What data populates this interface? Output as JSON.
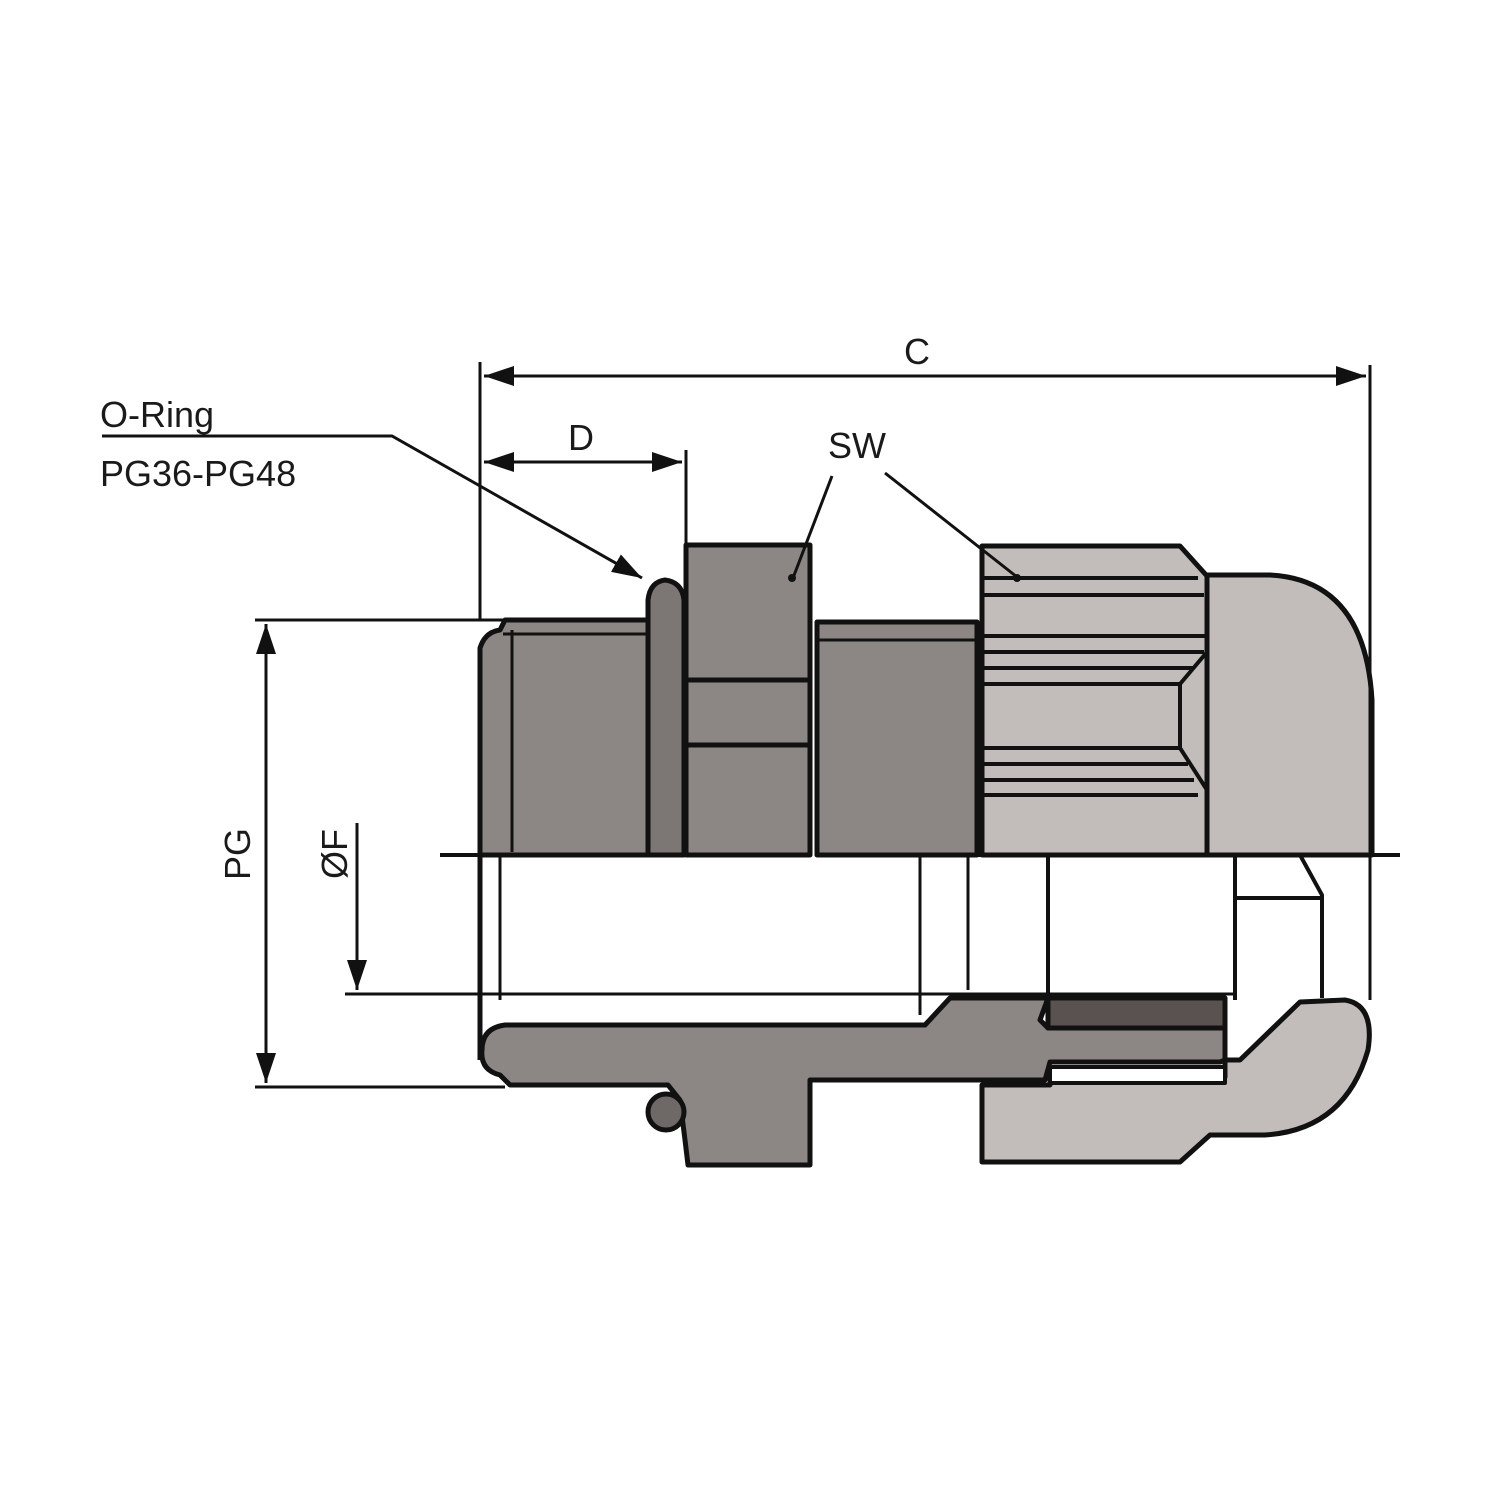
{
  "diagram": {
    "type": "technical-drawing",
    "subject": "cable gland cross-section (half section)",
    "labels": {
      "o_ring_title": "O-Ring",
      "o_ring_range": "PG36-PG48",
      "dim_c": "C",
      "dim_d": "D",
      "dim_sw": "SW",
      "dim_pg": "PG",
      "dim_f": "ØF"
    },
    "colors": {
      "body_dark": "#8c8785",
      "cap_light": "#c2bdba",
      "insert_dark": "#5a5250",
      "oring": "#6e6866",
      "line": "#111111",
      "background": "#ffffff"
    }
  }
}
